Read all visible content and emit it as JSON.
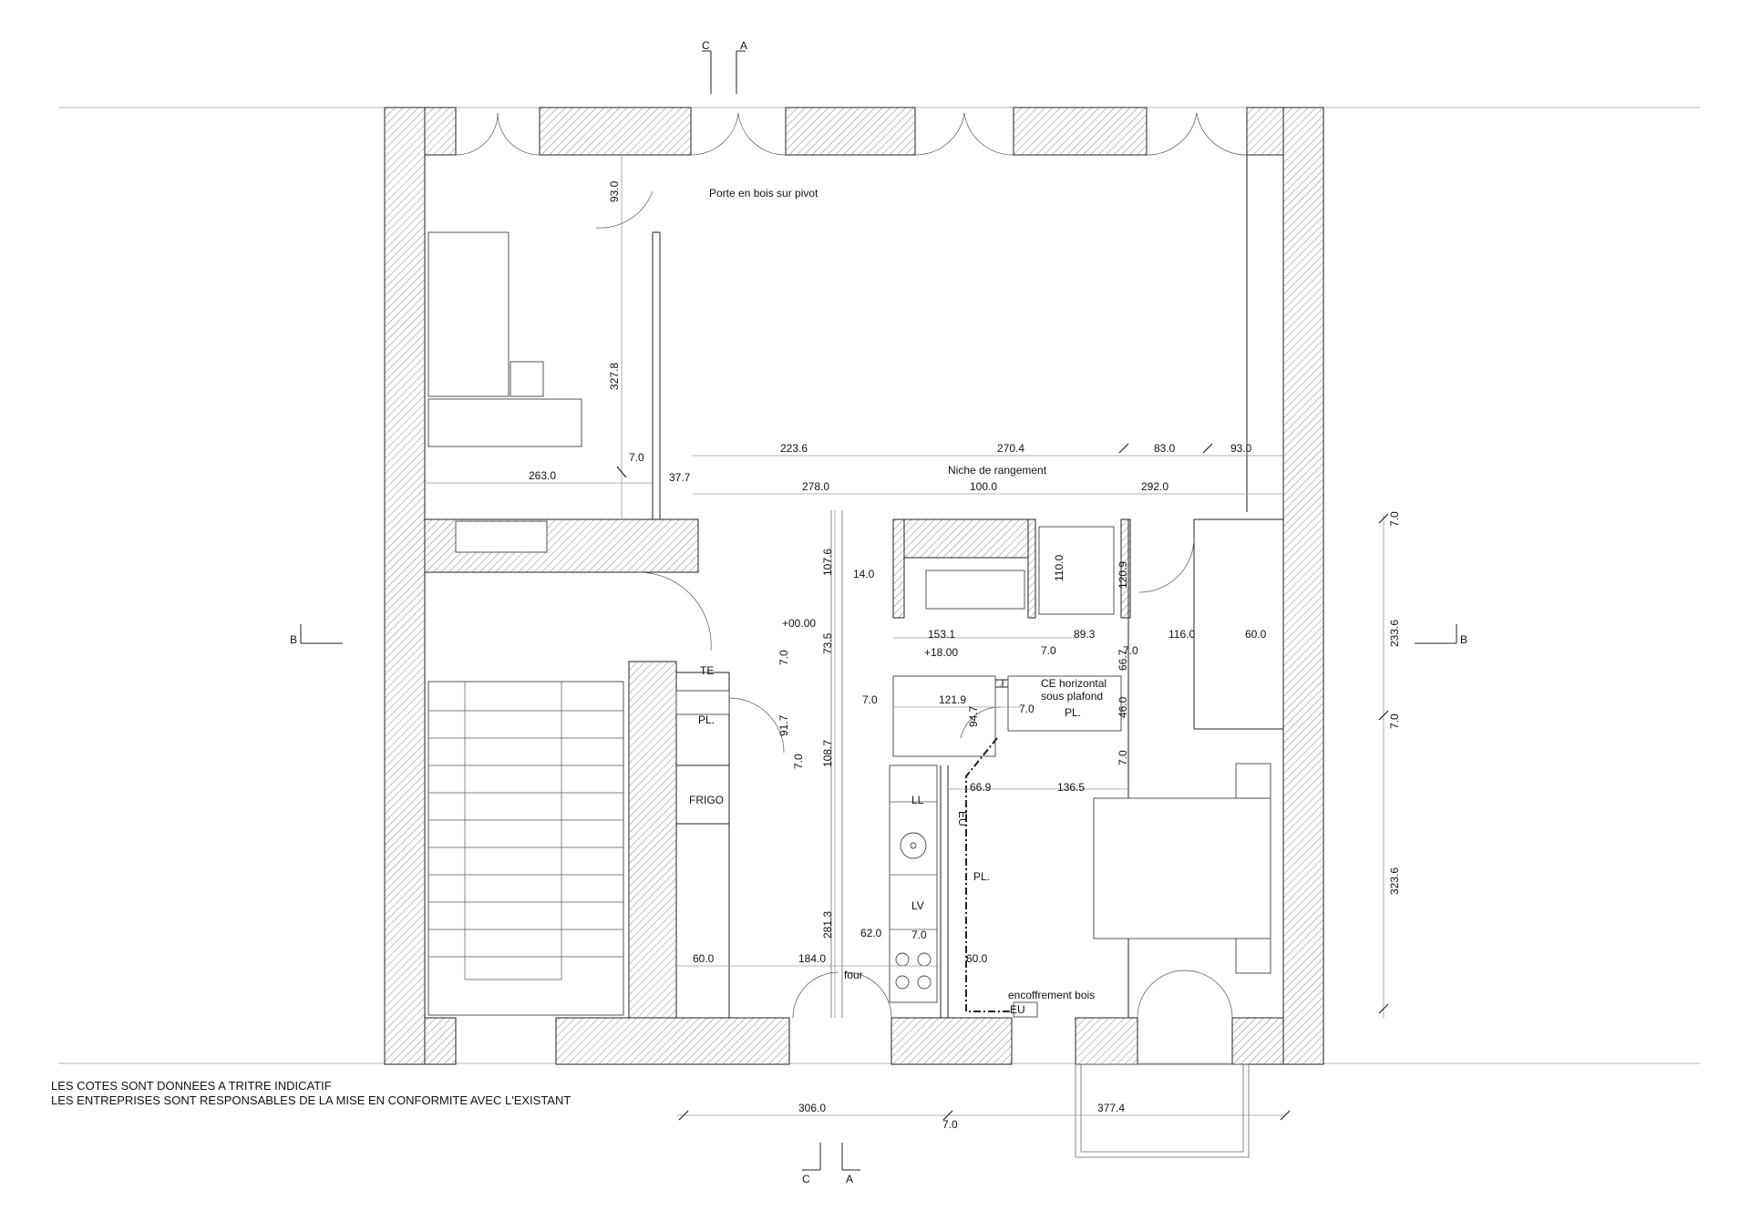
{
  "section_markers": {
    "top_left": "C",
    "top_right": "A",
    "bottom_left": "C",
    "bottom_right": "A",
    "left": "B",
    "right": "B"
  },
  "labels": {
    "porte_pivot": "Porte en bois sur pivot",
    "niche": "Niche de rangement",
    "ce_horizontal_1": "CE horizontal",
    "ce_horizontal_2": "sous plafond",
    "encoffrement": "encoffrement bois",
    "te": "TE",
    "pl_entry": "PL.",
    "pl_bath": "PL.",
    "pl_kitchen": "PL.",
    "frigo": "FRIGO",
    "ll": "LL",
    "lv": "LV",
    "four": "four",
    "eu_vertical": "EU",
    "eu_bottom": "EU",
    "level_zero": "+00.00",
    "level_bath": "+18.00"
  },
  "dimensions": {
    "d93_0_v": "93.0",
    "d327_8": "327.8",
    "d7_0_a": "7.0",
    "d263_0": "263.0",
    "d37_7": "37.7",
    "d223_6": "223.6",
    "d270_4": "270.4",
    "d83_0": "83.0",
    "d93_0_h": "93.0",
    "d278_0": "278.0",
    "d100_0": "100.0",
    "d292_0": "292.0",
    "d107_6": "107.6",
    "d14_0": "14.0",
    "d110_0": "110.0",
    "d120_9": "120.9",
    "d73_5": "73.5",
    "d153_1": "153.1",
    "d89_3": "89.3",
    "d7_0_b": "7.0",
    "d7_0_c": "7.0",
    "d116_0": "116.0",
    "d60_0_a": "60.0",
    "d66_7": "66.7",
    "d7_0_d": "7.0",
    "d7_0_e": "7.0",
    "d121_9": "121.9",
    "d7_0_f": "7.0",
    "d94_7": "94.7",
    "d46_0": "46.0",
    "d91_7": "91.7",
    "d108_7": "108.7",
    "d7_0_g": "7.0",
    "d7_0_h": "7.0",
    "d66_9": "66.9",
    "d136_5": "136.5",
    "d281_3": "281.3",
    "d62_0": "62.0",
    "d7_0_i": "7.0",
    "d60_0_b": "60.0",
    "d184_0": "184.0",
    "d60_0_c": "60.0",
    "d7_0_r1": "7.0",
    "d233_6": "233.6",
    "d7_0_r2": "7.0",
    "d323_6": "323.6",
    "d306_0": "306.0",
    "d7_0_bot": "7.0",
    "d377_4": "377.4"
  },
  "notes": {
    "line1": "LES COTES SONT DONNEES A TRITRE INDICATIF",
    "line2": "LES ENTREPRISES SONT RESPONSABLES DE LA MISE EN CONFORMITE AVEC L'EXISTANT"
  }
}
